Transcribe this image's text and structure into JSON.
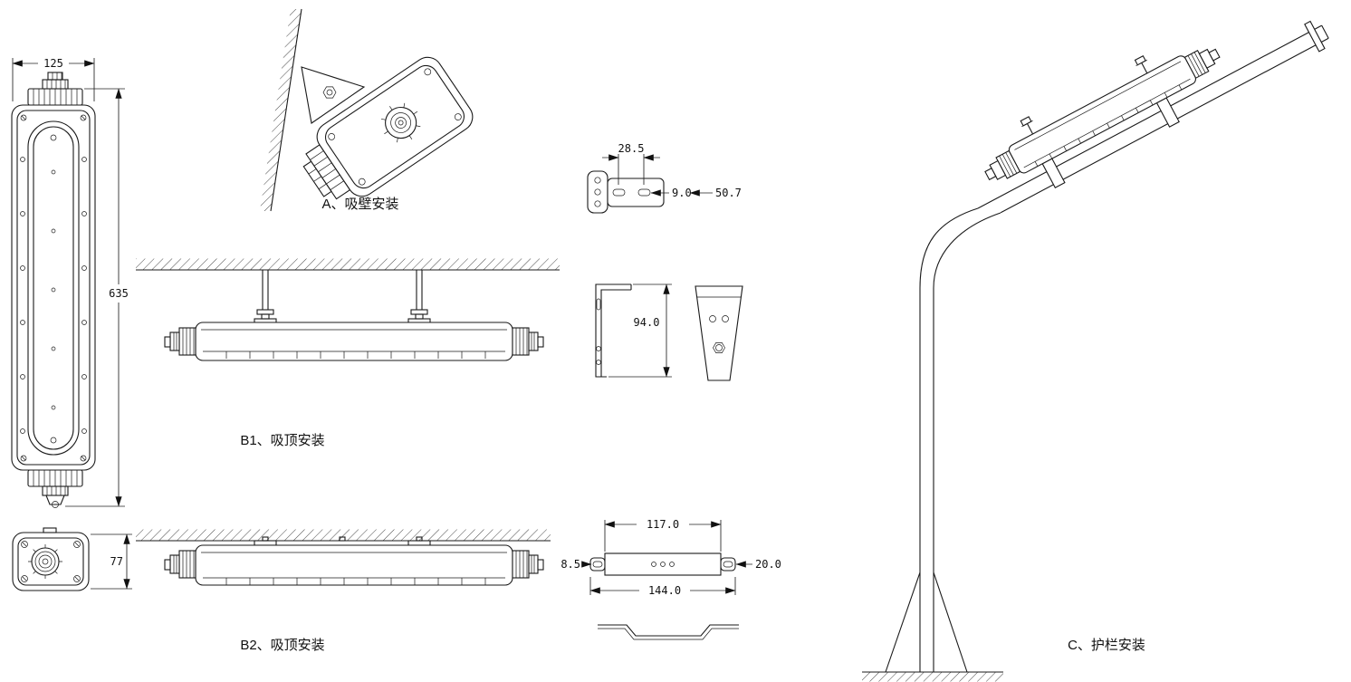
{
  "drawing": {
    "front_view": {
      "dim_width": "125",
      "dim_length": "635"
    },
    "end_view": {
      "dim_height": "77"
    },
    "mount_a": {
      "label": "A、吸壁安装"
    },
    "bracket_a": {
      "dim_slot_spacing": "28.5",
      "dim_slot_width": "9.0",
      "dim_length": "50.7"
    },
    "mount_b1": {
      "label": "B1、吸顶安装"
    },
    "bracket_b1": {
      "dim_height": "94.0"
    },
    "mount_b2": {
      "label": "B2、吸顶安装"
    },
    "bracket_b2": {
      "dim_inner_span": "117.0",
      "dim_slot_width": "8.5",
      "dim_end_width": "20.0",
      "dim_overall": "144.0"
    },
    "mount_c": {
      "label": "C、护栏安装"
    }
  }
}
